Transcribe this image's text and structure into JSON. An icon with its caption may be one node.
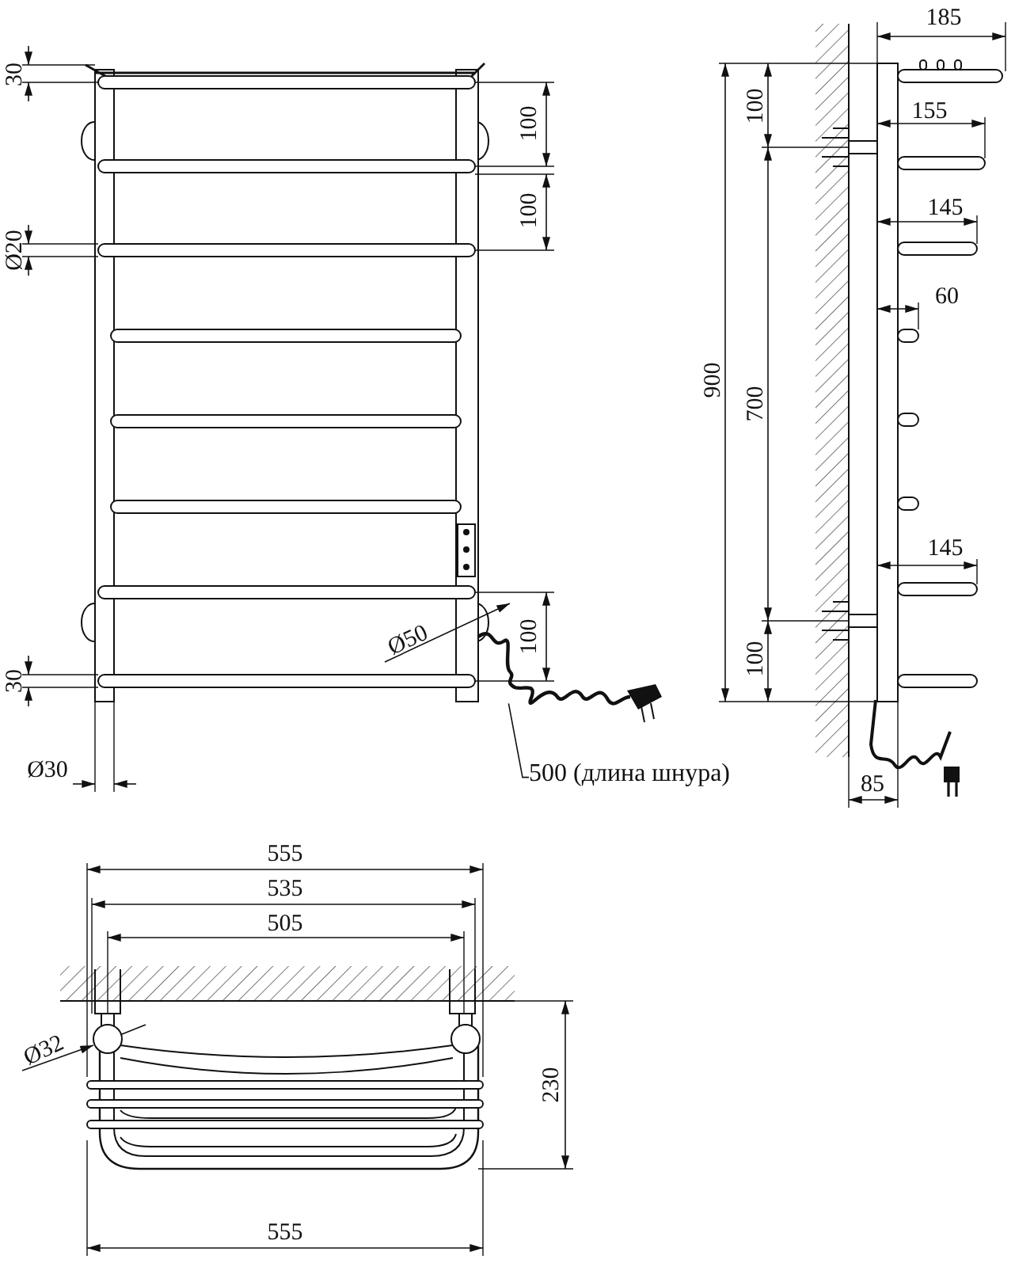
{
  "diagram": {
    "nodes": [
      {
        "text": [
          "500 (длина шнура)"
        ]
      },
      {
        "text": [],
        "shape": "picture"
      }
    ],
    "edges": [
      {
        "from": 0,
        "to": 1,
        "arrow": "none"
      }
    ],
    "labels": [
      "185",
      "30",
      "100",
      "100",
      "155",
      "100",
      "145",
      "Ø20",
      "60",
      "900",
      "700",
      "145",
      "Ø50",
      "100",
      "100",
      "30",
      "Ø30",
      "85",
      "555",
      "535",
      "505",
      "Ø32",
      "230",
      "555"
    ]
  }
}
